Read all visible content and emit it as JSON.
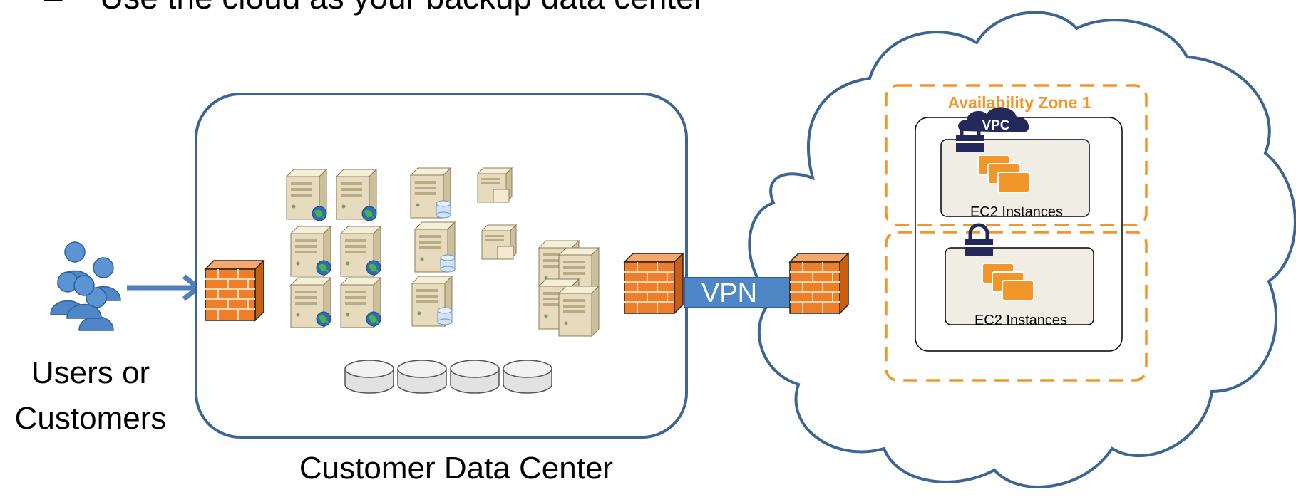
{
  "bullet": {
    "dash": "–",
    "text": "Use the cloud as your backup data center"
  },
  "users": {
    "line1": "Users or",
    "line2": "Customers",
    "icon": "users-group-icon"
  },
  "datacenter": {
    "label": "Customer Data Center",
    "icons": [
      "web-server-icon",
      "database-server-icon",
      "file-server-icon",
      "storage-disk-icon",
      "firewall-icon"
    ]
  },
  "vpn": {
    "label": "VPN"
  },
  "cloud": {
    "zone1_label": "Availability Zone 1",
    "vpc_label": "VPC",
    "instance_group_1": "EC2 Instances",
    "instance_group_2": "EC2 Instances",
    "icons": [
      "lock-icon",
      "ec2-instances-icon",
      "cloud-icon"
    ]
  },
  "colors": {
    "outline_blue": "#3d6593",
    "orange": "#f0962a",
    "firewall_orange": "#e8741f",
    "vpc_navy": "#25285a",
    "users_blue": "#4f86c6",
    "instance_bg": "#efede4"
  }
}
